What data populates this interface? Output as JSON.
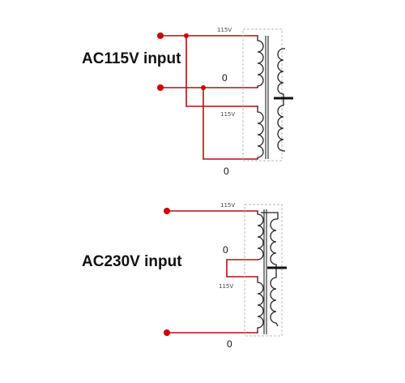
{
  "circuits": [
    {
      "title": "AC115V input",
      "winding_top_label": "115V",
      "winding_top_zero": "0",
      "winding_bottom_label": "115V",
      "winding_bottom_zero": "0"
    },
    {
      "title": "AC230V input",
      "winding_top_label": "115V",
      "winding_top_zero": "0",
      "winding_bottom_label": "115V",
      "winding_bottom_zero": "0"
    }
  ],
  "colors": {
    "wire": "#b01010",
    "terminal": "#cc0000",
    "coil": "#222222",
    "frame": "#b8b8b8"
  }
}
